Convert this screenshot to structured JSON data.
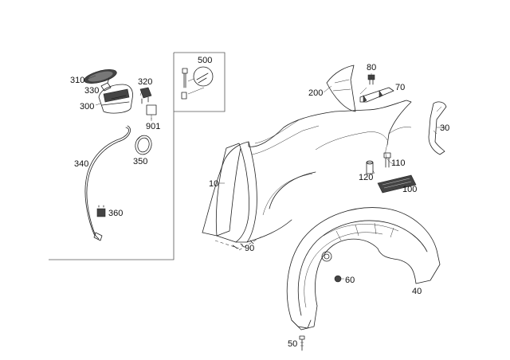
{
  "diagram": {
    "labels": {
      "p10": "10",
      "p30": "30",
      "p40": "40",
      "p50": "50",
      "p60": "60",
      "p70": "70",
      "p80": "80",
      "p90": "90",
      "p100": "100",
      "p110": "110",
      "p120": "120",
      "p200": "200",
      "p300": "300",
      "p310": "310",
      "p320": "320",
      "p330": "330",
      "p340": "340",
      "p350": "350",
      "p360": "360",
      "p500": "500",
      "p901": "901"
    }
  }
}
